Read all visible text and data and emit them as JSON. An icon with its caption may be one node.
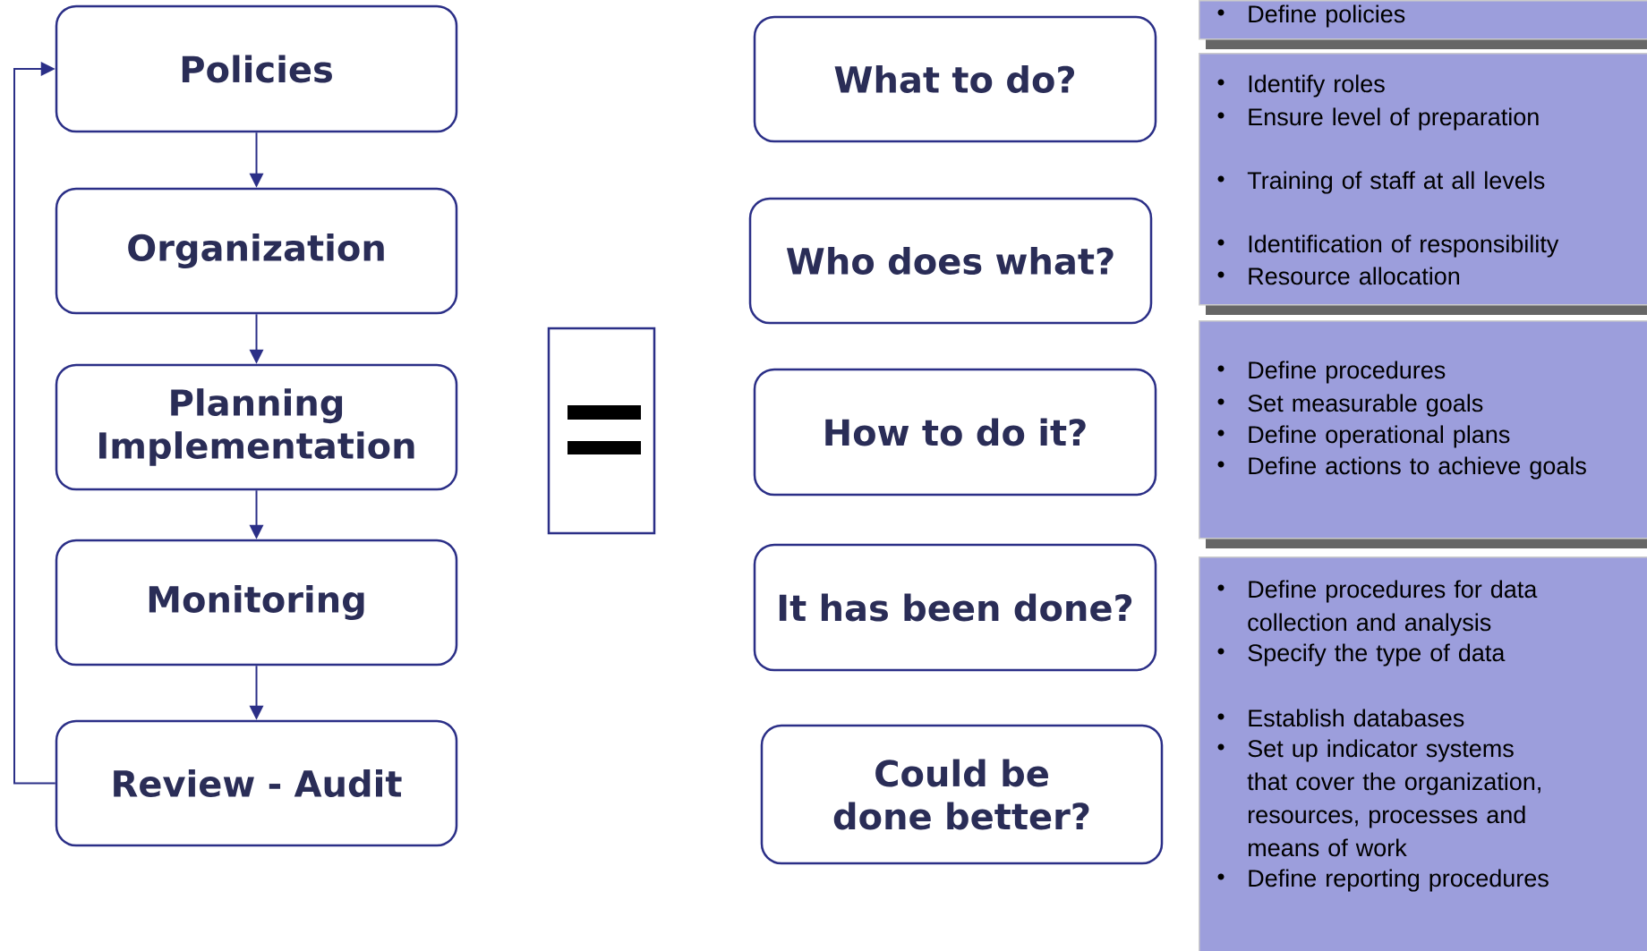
{
  "diagram": {
    "nodes": [
      {
        "text": [
          "Policies"
        ]
      },
      {
        "text": [
          "Organization"
        ]
      },
      {
        "text": [
          "Planning Implementation"
        ]
      },
      {
        "text": [
          "Monitoring"
        ]
      },
      {
        "text": [
          "Review - Audit"
        ]
      },
      {
        "text": [
          "What to do?"
        ]
      },
      {
        "text": [
          "Who does what?"
        ]
      },
      {
        "text": [
          "How to do it?"
        ]
      },
      {
        "text": [
          "It has been done?"
        ]
      },
      {
        "text": [
          "Could be done better?"
        ]
      },
      {
        "text": [
          "Define policies"
        ]
      },
      {
        "text": [
          "Identify roles",
          "Ensure level of preparation",
          "Training of staff at all levels",
          "Identification of responsibility",
          "Resource allocation"
        ]
      },
      {
        "text": [
          "Define procedures",
          "Set measurable goals",
          "Define operational plans",
          "Define actions to achieve goals"
        ]
      },
      {
        "text": [
          "Define procedures for data collection and analysis",
          "Specify the type of data",
          "Establish databases",
          "Set up indicator systems that cover the organization, resources, processes and means of work",
          "Define reporting procedures"
        ]
      }
    ],
    "edges": [
      {
        "from": 0,
        "to": 1,
        "arrow": "to"
      },
      {
        "from": 1,
        "to": 2,
        "arrow": "to"
      },
      {
        "from": 2,
        "to": 3,
        "arrow": "to"
      },
      {
        "from": 3,
        "to": 4,
        "arrow": "to"
      },
      {
        "from": 4,
        "to": 0,
        "arrow": "to"
      }
    ]
  }
}
